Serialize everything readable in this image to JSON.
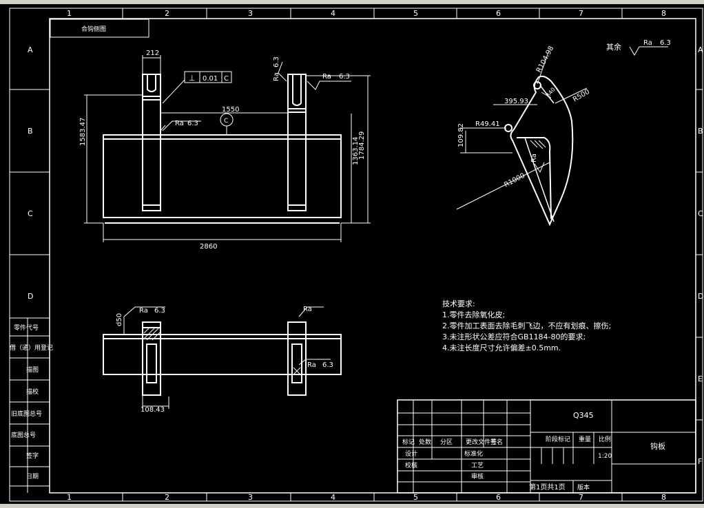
{
  "border": {
    "col_numbers": [
      "1",
      "2",
      "3",
      "4",
      "5",
      "6",
      "7",
      "8"
    ],
    "row_letters": [
      "A",
      "B",
      "C",
      "D",
      "E",
      "F"
    ]
  },
  "corner_label": "合钩侧图",
  "left_strip": [
    "零件代号",
    "借（通）用登记",
    "描图",
    "描校",
    "旧底图总号",
    "底图总号",
    "签字",
    "日期"
  ],
  "roughness": {
    "ra": "Ra",
    "value": "6.3",
    "others_prefix": "其余"
  },
  "front_view": {
    "gdt_symbol": "⊥",
    "gdt_tol": "0.01",
    "gdt_datum": "C",
    "datum_label": "C",
    "dim_top_width": "212",
    "dim_span": "1550",
    "dim_total_width": "2860",
    "dim_left_height": "1583.47",
    "dim_right_h1": "1363.14",
    "dim_right_h2": "1784.29"
  },
  "side_view": {
    "dim_r_top": "R104.98",
    "dim_r500": "R500",
    "dim_r40": "R40",
    "dim_395": "395.93",
    "dim_r49": "R49.41",
    "dim_109": "109.82",
    "dim_r1000": "R1000"
  },
  "bottom_view": {
    "dim_50": "d50",
    "dim_108": "108.43"
  },
  "tech_requirements": {
    "title": "技术要求:",
    "items": [
      "1.零件去除氧化皮;",
      "2.零件加工表面去除毛刺飞边，不应有划痕、擦伤;",
      "3.未注形状公差应符合GB1184-80的要求;",
      "4.未注长度尺寸允许偏差±0.5mm."
    ]
  },
  "title_block": {
    "material": "Q345",
    "headers": [
      "标记",
      "处数",
      "分区",
      "更改文件号",
      "签名"
    ],
    "rows_left": [
      "设计",
      "校核"
    ],
    "mid_labels": [
      "标准化",
      "工艺",
      "审核"
    ],
    "stage_label": "阶段标记",
    "weight_label": "重量",
    "scale_label": "比例",
    "scale_value": "1:20",
    "part_name": "钩板",
    "sheet_info": "第1页共1页",
    "version_label": "版本"
  }
}
